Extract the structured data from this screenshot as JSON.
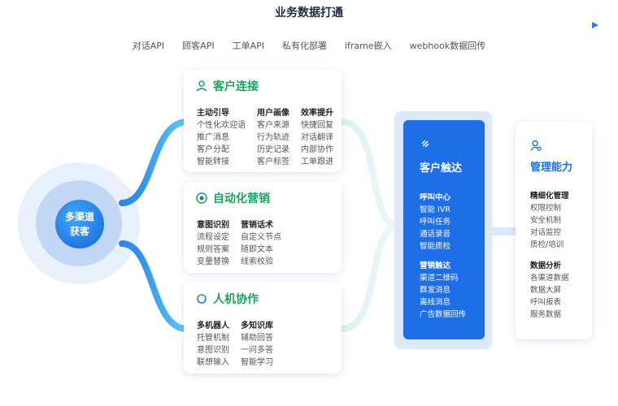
{
  "header": {
    "title": "业务数据打通",
    "apis": [
      "对话API",
      "顾客API",
      "工单API",
      "私有化部署",
      "iframe嵌入",
      "webhook数据回传"
    ]
  },
  "hub": {
    "line1": "多渠道",
    "line2": "获客"
  },
  "cards": [
    {
      "title": "客户连接",
      "columns": [
        {
          "head": "主动引导",
          "items": [
            "个性化欢迎语",
            "推广消息",
            "客户分配",
            "智能转接"
          ]
        },
        {
          "head": "用户画像",
          "items": [
            "客户来源",
            "行为轨迹",
            "历史记录",
            "客户标签"
          ]
        },
        {
          "head": "效率提升",
          "items": [
            "快捷回复",
            "对话翻译",
            "内部协作",
            "工单跟进"
          ]
        }
      ]
    },
    {
      "title": "自动化营销",
      "columns": [
        {
          "head": "意图识别",
          "items": [
            "流程设定",
            "规则答案",
            "变量替换"
          ]
        },
        {
          "head": "营销话术",
          "items": [
            "自定义节点",
            "随即文本",
            "线索校验"
          ]
        }
      ]
    },
    {
      "title": "人机协作",
      "columns": [
        {
          "head": "多机器人",
          "items": [
            "托管机制",
            "意图识别",
            "联想输入"
          ]
        },
        {
          "head": "多知识库",
          "items": [
            "辅助回答",
            "一问多答",
            "智能学习"
          ]
        }
      ]
    }
  ],
  "reach": {
    "title": "客户触达",
    "groups": [
      {
        "head": "呼叫中心",
        "items": [
          "智能 IVR",
          "呼叫任务",
          "通话录音",
          "智能质检"
        ]
      },
      {
        "head": "营销触达",
        "items": [
          "渠道二维码",
          "群发消息",
          "离线消息",
          "广告数据回传"
        ]
      }
    ]
  },
  "management": {
    "title": "管理能力",
    "groups": [
      {
        "head": "精细化管理",
        "items": [
          "权限控制",
          "安全机制",
          "对话监控",
          "质检/培训"
        ]
      },
      {
        "head": "数据分析",
        "items": [
          "各渠道数据",
          "数据大屏",
          "呼叫报表",
          "服务数据"
        ]
      }
    ]
  },
  "colors": {
    "accent_green": "#1aa35a",
    "accent_blue": "#1e6ee8"
  }
}
